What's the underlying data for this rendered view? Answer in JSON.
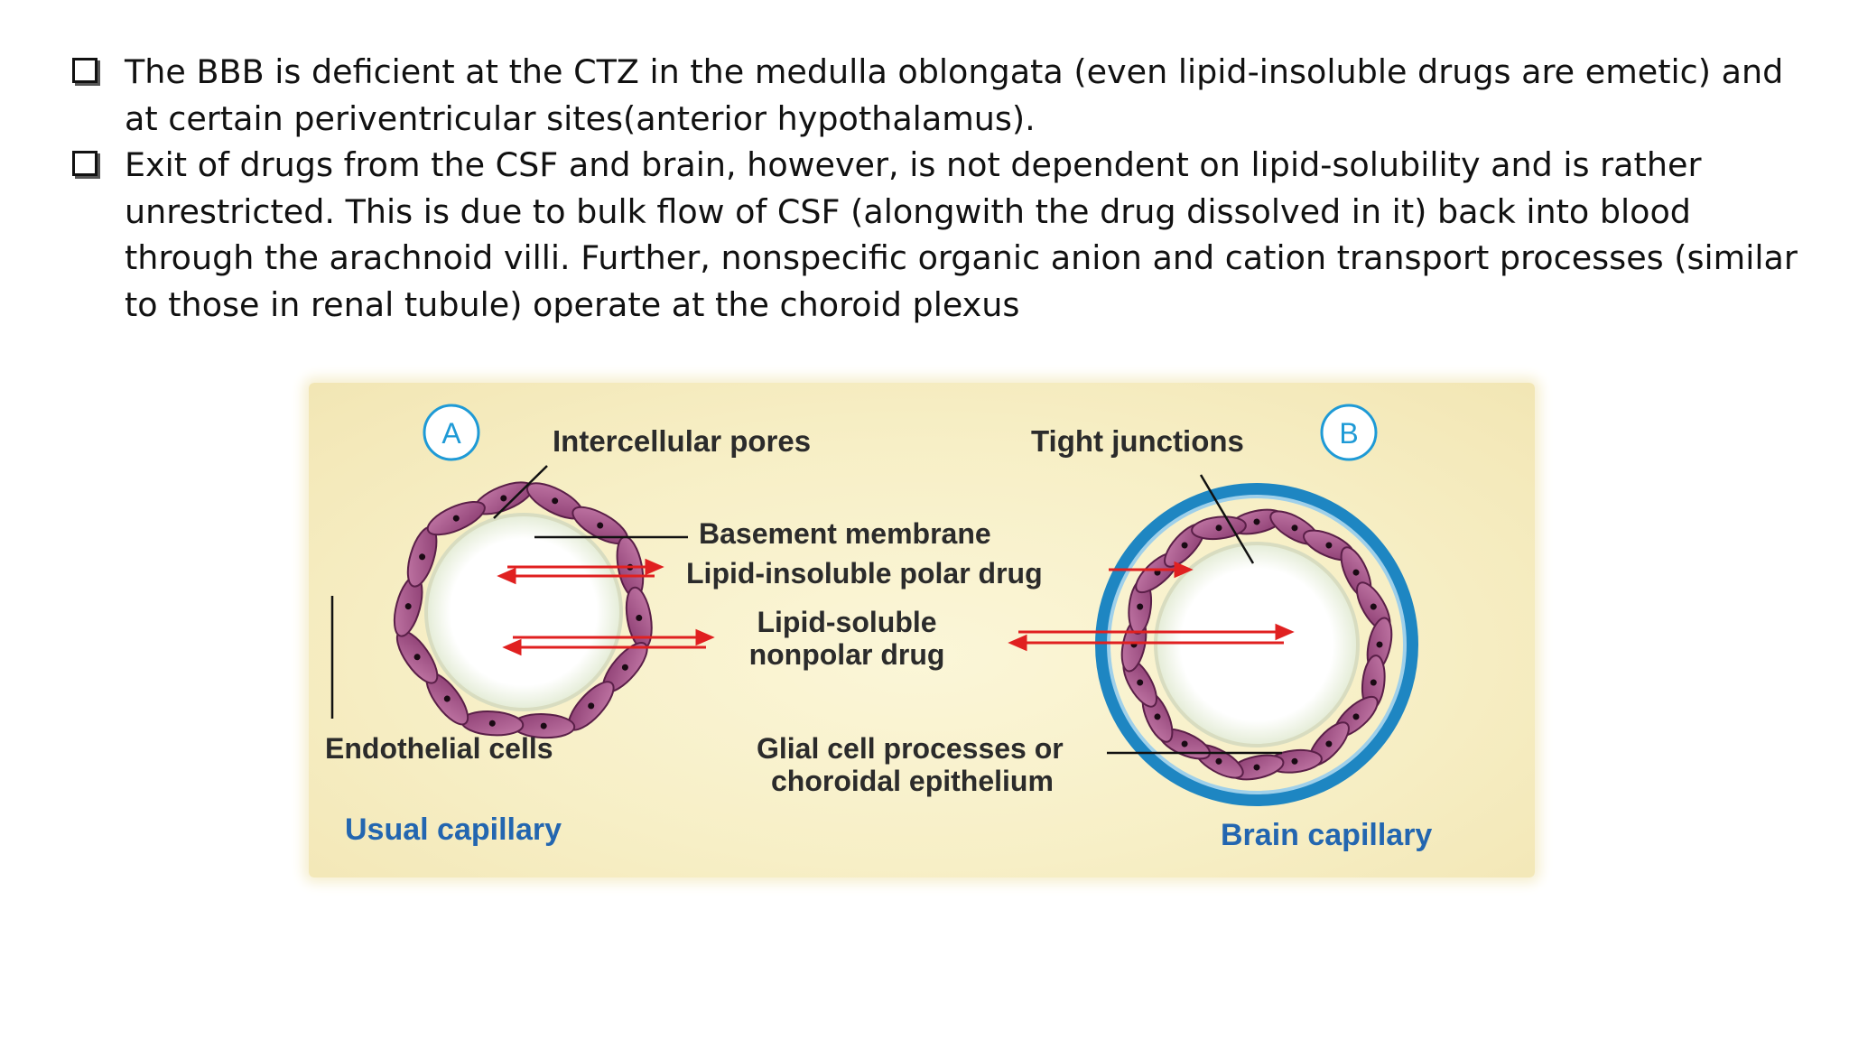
{
  "bullets": [
    "The BBB is deficient at the CTZ in the medulla oblongata (even lipid-insoluble drugs are emetic) and at certain periventricular sites(anterior hypothalamus).",
    "Exit of drugs from the CSF and brain, however, is not dependent on lipid-solubility and is rather unrestricted. This is due to bulk flow of CSF (alongwith the drug dissolved in it) back into blood through the arachnoid villi. Further, nonspecific organic anion and cation transport processes (similar to those in renal tubule) operate at the choroid plexus"
  ],
  "figure": {
    "panel_a": {
      "badge": "A",
      "caption": "Usual capillary"
    },
    "panel_b": {
      "badge": "B",
      "caption": "Brain capillary"
    },
    "labels": {
      "intercellular_pores": "Intercellular pores",
      "tight_junctions": "Tight junctions",
      "basement_membrane": "Basement membrane",
      "lipid_insoluble": "Lipid-insoluble polar drug",
      "lipid_soluble_1": "Lipid-soluble",
      "lipid_soluble_2": "nonpolar drug",
      "endothelial_cells": "Endothelial cells",
      "glial_1": "Glial cell processes or",
      "glial_2": "choroidal epithelium"
    },
    "colors": {
      "arrow": "#e02020",
      "cell": "#a34d85",
      "glia": "#1e86c2",
      "caption": "#2366b0"
    }
  }
}
